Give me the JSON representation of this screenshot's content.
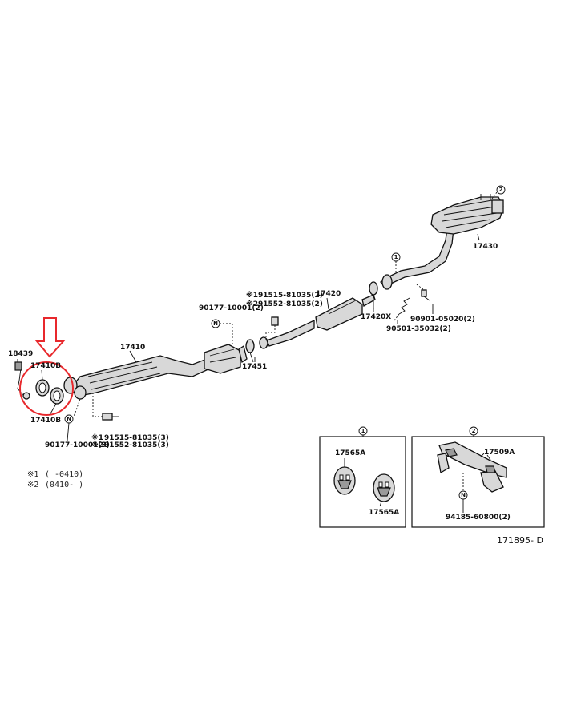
{
  "diagram": {
    "parts": {
      "p18439": "18439",
      "p17410b_top": "17410B",
      "p17410b_bottom": "17410B",
      "p17410": "17410",
      "p90177_left": "90177-10001(3)",
      "p91515_left": "91515-81035(3)",
      "p91552_left": "91552-81035(3)",
      "mark1_left": "※1",
      "mark2_left": "※2",
      "p90177_mid": "90177-10001(2)",
      "p91515_mid": "91515-81035(2)",
      "p91552_mid": "91552-81035(2)",
      "mark1_mid": "※1",
      "mark2_mid": "※2",
      "p17451": "17451",
      "p17420": "17420",
      "p17420x": "17420X",
      "p90501": "90501-35032(2)",
      "p90901": "90901-05020(2)",
      "p17430": "17430"
    },
    "symbols": {
      "n": "N",
      "ref1": "1",
      "ref2": "2"
    },
    "notes": {
      "note1_mark": "※1",
      "note1_text": "(      -0410)",
      "note2_mark": "※2",
      "note2_text": "(0410-      )"
    },
    "detail1": {
      "label_top": "17565A",
      "label_bottom": "17565A"
    },
    "detail2": {
      "label_part": "17509A",
      "label_bolt": "94185-60800(2)"
    },
    "footer_code": "171895- D",
    "highlight_color": "#e8282c"
  }
}
